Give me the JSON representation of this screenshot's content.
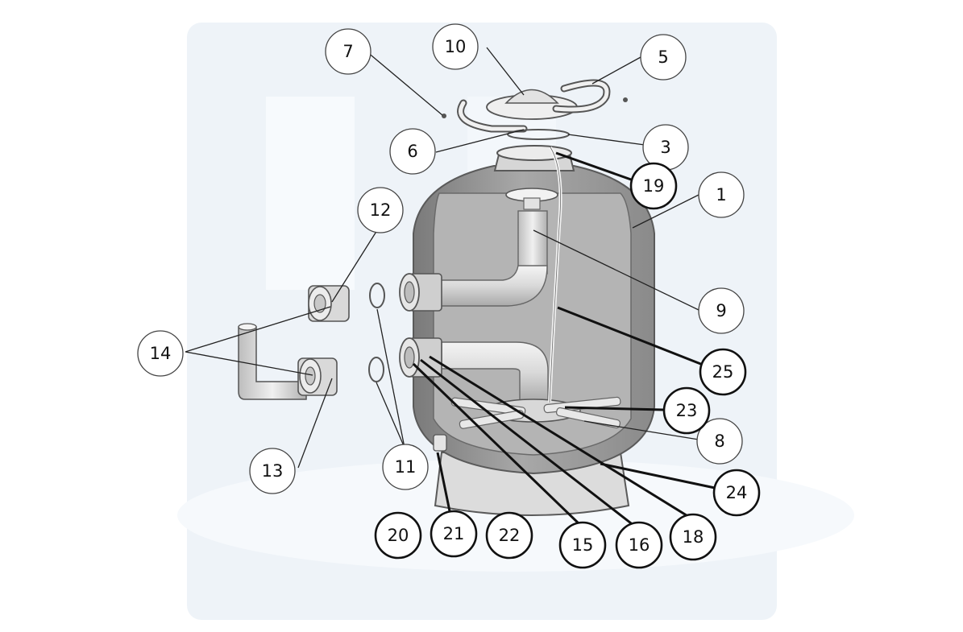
{
  "diagram": {
    "type": "exploded-parts-diagram",
    "part_numbers": [
      "1",
      "3",
      "5",
      "6",
      "7",
      "8",
      "9",
      "10",
      "11",
      "12",
      "13",
      "14",
      "15",
      "16",
      "18",
      "19",
      "20",
      "21",
      "22",
      "23",
      "24",
      "25"
    ],
    "colors": {
      "tank": "#9b9b9b",
      "tank_dark": "#7e7e7e",
      "part_light": "#e6e6e6",
      "outline": "#555555",
      "background_panel": "#eef3f8"
    }
  }
}
